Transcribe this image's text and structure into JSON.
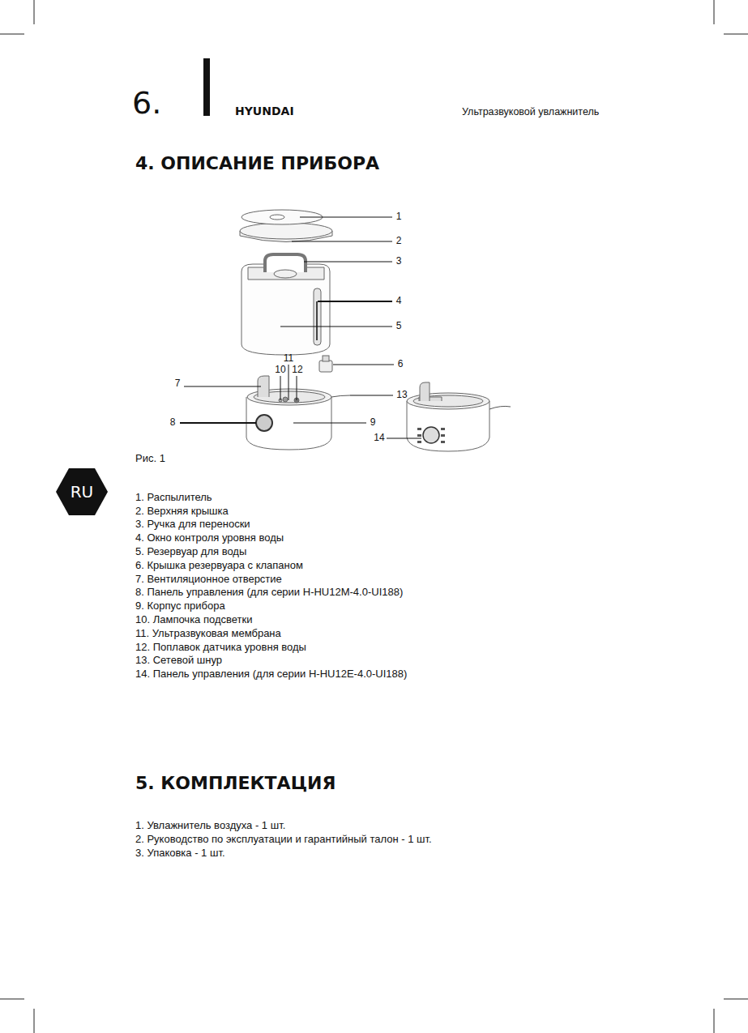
{
  "diagram": {
    "title": "4. ОПИСАНИЕ ПРИБОРА",
    "caption": "Рис. 1",
    "nodes": [
      {
        "text": [
          "RU"
        ]
      }
    ],
    "labels": [
      "6.",
      "HYUNDAI",
      "Ультразвуковой увлажнитель",
      "1",
      "2",
      "3",
      "4",
      "5",
      "11",
      "10",
      "12",
      "6",
      "7",
      "13",
      "8",
      "9",
      "14",
      "1. Распылитель",
      "2. Верхняя крышка",
      "3. Ручка для переноски",
      "4. Окно контроля уровня воды",
      "5. Резервуар для воды",
      "6. Крышка резервуара с клапаном",
      "7. Вентиляционное отверстие",
      "8. Панель управления (для серии H-HU12M-4.0-UI188)",
      "9. Корпус прибора",
      "10. Лампочка подсветки",
      "11. Ультразвуковая мембрана",
      "12. Поплавок датчика уровня воды",
      "13. Сетевой шнур",
      "14. Панель управления (для серии H-HU12E-4.0-UI188)",
      "5. КОМПЛЕКТАЦИЯ",
      "1. Увлажнитель воздуха - 1 шт.",
      "2. Руководство по эксплуатации и гарантийный талон - 1 шт.",
      "3. Упаковка - 1 шт."
    ]
  }
}
